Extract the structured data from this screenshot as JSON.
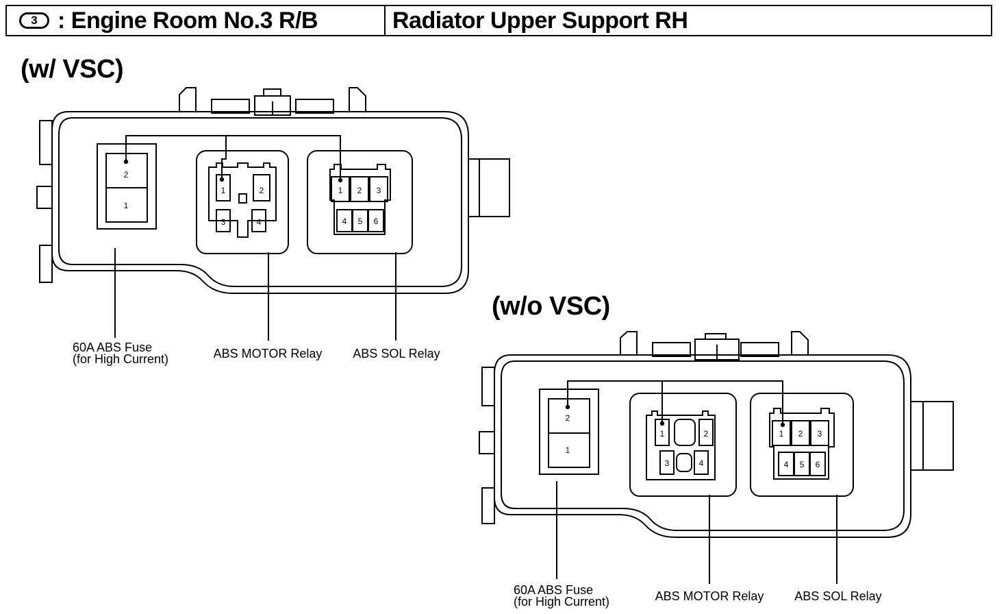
{
  "header": {
    "number": "3",
    "location": ": Engine Room No.3 R/B",
    "position": "Radiator Upper Support RH"
  },
  "sections": [
    {
      "title": "(w/ VSC)",
      "fuse_pins": [
        "2",
        "1"
      ],
      "motor_pins": [
        "1",
        "2",
        "3",
        "4"
      ],
      "sol_pins": [
        "1",
        "2",
        "3",
        "4",
        "5",
        "6"
      ],
      "labels": {
        "fuse_line1": "60A ABS Fuse",
        "fuse_line2": "(for High Current)",
        "motor": "ABS MOTOR Relay",
        "sol": "ABS SOL Relay"
      }
    },
    {
      "title": "(w/o VSC)",
      "fuse_pins": [
        "2",
        "1"
      ],
      "motor_pins": [
        "1",
        "2",
        "3",
        "4"
      ],
      "sol_pins": [
        "1",
        "2",
        "3",
        "4",
        "5",
        "6"
      ],
      "labels": {
        "fuse_line1": "60A ABS Fuse",
        "fuse_line2": "(for High Current)",
        "motor": "ABS MOTOR Relay",
        "sol": "ABS SOL Relay"
      }
    }
  ]
}
